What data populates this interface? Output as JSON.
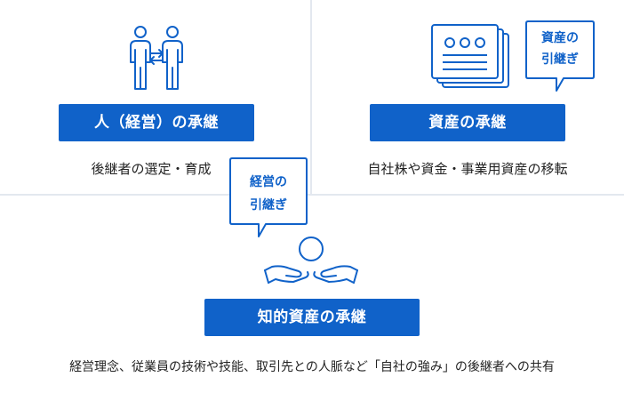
{
  "panels": {
    "people": {
      "title": "人（経営）の承継",
      "description": "後継者の選定・育成"
    },
    "assets": {
      "title": "資産の承継",
      "description": "自社株や資金・事業用資産の移転",
      "bubble_line1": "資産の",
      "bubble_line2": "引継ぎ"
    },
    "ip": {
      "title": "知的資産の承継",
      "description": "経営理念、従業員の技術や技能、取引先との人脈など「自社の強み」の後継者への共有"
    }
  },
  "center_bubble": {
    "line1": "経営の",
    "line2": "引継ぎ"
  },
  "icons": {
    "people": "two-people-exchange-icon",
    "assets": "documents-icon",
    "ip": "hands-holding-sphere-icon"
  },
  "colors": {
    "accent": "#1062c9",
    "background": "#e3e8ef",
    "panel": "#ffffff",
    "text": "#222222"
  }
}
